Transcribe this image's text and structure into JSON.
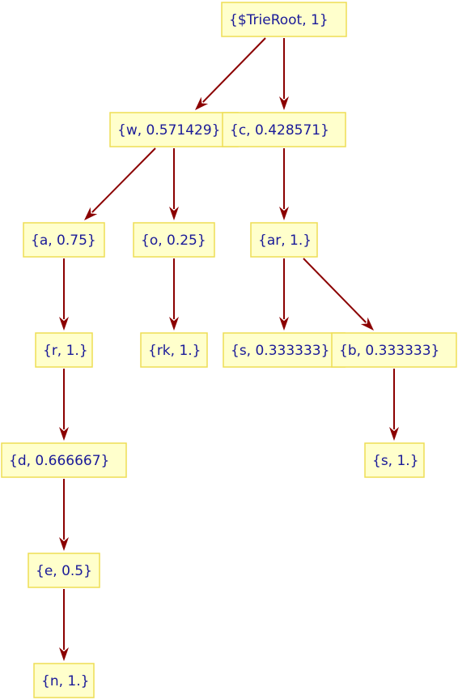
{
  "diagram": {
    "type": "trie",
    "colors": {
      "node_fill": "#ffffcc",
      "node_border": "#eedd55",
      "text": "#1a1a99",
      "edge": "#8b0000"
    },
    "nodes": [
      {
        "id": "root",
        "label": "{$TrieRoot, 1}"
      },
      {
        "id": "w",
        "label": "{w, 0.571429}"
      },
      {
        "id": "c",
        "label": "{c, 0.428571}"
      },
      {
        "id": "a",
        "label": "{a, 0.75}"
      },
      {
        "id": "o",
        "label": "{o, 0.25}"
      },
      {
        "id": "ar",
        "label": "{ar, 1.}"
      },
      {
        "id": "r",
        "label": "{r, 1.}"
      },
      {
        "id": "rk",
        "label": "{rk, 1.}"
      },
      {
        "id": "s1",
        "label": "{s, 0.333333}"
      },
      {
        "id": "b",
        "label": "{b, 0.333333}"
      },
      {
        "id": "d",
        "label": "{d, 0.666667}"
      },
      {
        "id": "s2",
        "label": "{s, 1.}"
      },
      {
        "id": "e",
        "label": "{e, 0.5}"
      },
      {
        "id": "n",
        "label": "{n, 1.}"
      }
    ],
    "edges": [
      {
        "from": "root",
        "to": "w"
      },
      {
        "from": "root",
        "to": "c"
      },
      {
        "from": "w",
        "to": "a"
      },
      {
        "from": "w",
        "to": "o"
      },
      {
        "from": "c",
        "to": "ar"
      },
      {
        "from": "a",
        "to": "r"
      },
      {
        "from": "o",
        "to": "rk"
      },
      {
        "from": "ar",
        "to": "s1"
      },
      {
        "from": "ar",
        "to": "b"
      },
      {
        "from": "r",
        "to": "d"
      },
      {
        "from": "b",
        "to": "s2"
      },
      {
        "from": "d",
        "to": "e"
      },
      {
        "from": "e",
        "to": "n"
      }
    ]
  }
}
